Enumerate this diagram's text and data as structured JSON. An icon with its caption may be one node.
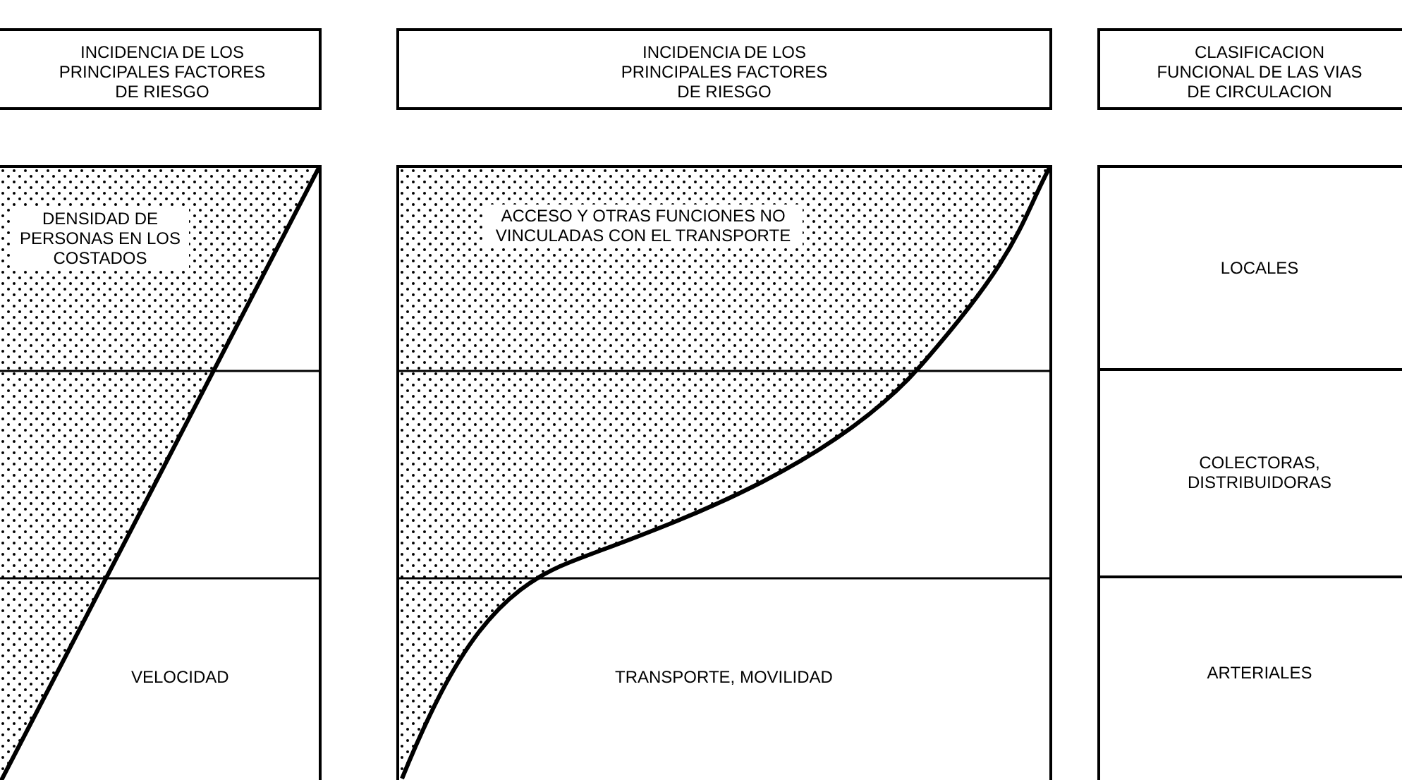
{
  "diagram": {
    "nodes": [
      {
        "text": [
          "INCIDENCIA DE LOS PRINCIPALES FACTORES DE RIESGO"
        ]
      },
      {
        "text": [
          "INCIDENCIA DE LOS PRINCIPALES FACTORES DE RIESGO"
        ]
      },
      {
        "text": [
          "CLASIFICACION FUNCIONAL DE LAS VIAS DE CIRCULACION"
        ]
      },
      {
        "text": [
          "DENSIDAD DE PERSONAS EN LOS COSTADOS",
          "VELOCIDAD"
        ]
      },
      {
        "text": [
          "ACCESO Y OTRAS FUNCIONES NO VINCULADAS CON EL TRANSPORTE",
          "TRANSPORTE, MOVILIDAD"
        ]
      },
      {
        "text": [
          "LOCALES"
        ]
      },
      {
        "text": [
          "COLECTORAS, DISTRIBUIDORAS"
        ]
      },
      {
        "text": [
          "ARTERIALES"
        ]
      }
    ],
    "edges": []
  }
}
